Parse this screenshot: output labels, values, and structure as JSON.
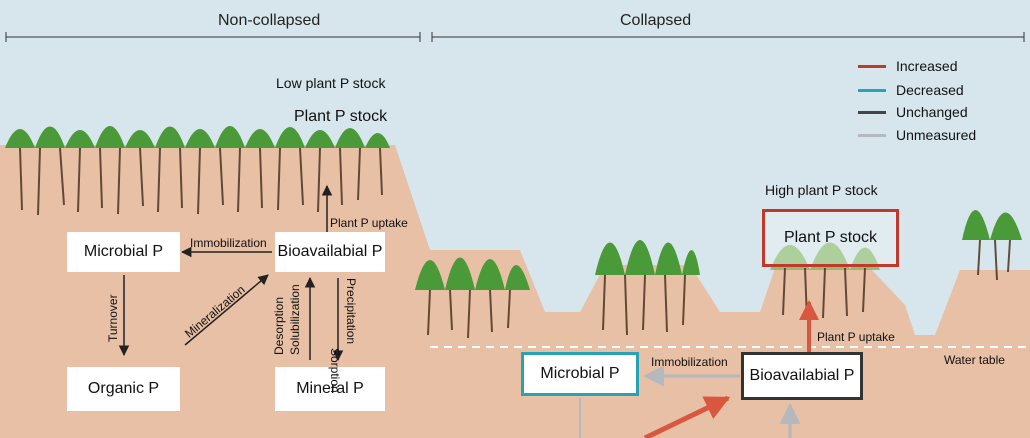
{
  "sections": {
    "left": "Non-collapsed",
    "right": "Collapsed"
  },
  "left_panel": {
    "plant_label": "Low plant P stock",
    "plant_box": "Plant P stock",
    "microbial": "Microbial P",
    "bioavailable": "Bioavailabial P",
    "organic": "Organic P",
    "mineral": "Mineral P",
    "immobilization": "Immobilization",
    "plant_uptake": "Plant P uptake",
    "turnover": "Turnover",
    "mineralization": "Mineralization",
    "desorption": "Desorption",
    "solubilization": "Solubilization",
    "sorption": "Sorption",
    "precipitation": "Precipitation"
  },
  "right_panel": {
    "plant_label": "High plant P stock",
    "plant_box": "Plant P stock",
    "microbial": "Microbial P",
    "bioavailable": "Bioavailabial P",
    "immobilization": "Immobilization",
    "plant_uptake": "Plant P uptake",
    "water_table": "Water table"
  },
  "legend": [
    {
      "label": "Increased",
      "color": "#c0392b"
    },
    {
      "label": "Decreased",
      "color": "#27a3b5"
    },
    {
      "label": "Unchanged",
      "color": "#444444"
    },
    {
      "label": "Unmeasured",
      "color": "#b5b9bd"
    }
  ],
  "colors": {
    "soil": "#e8c0a5",
    "sky": "#d7e6ed",
    "increased": "#c0392b",
    "decreased": "#27a3b5"
  }
}
